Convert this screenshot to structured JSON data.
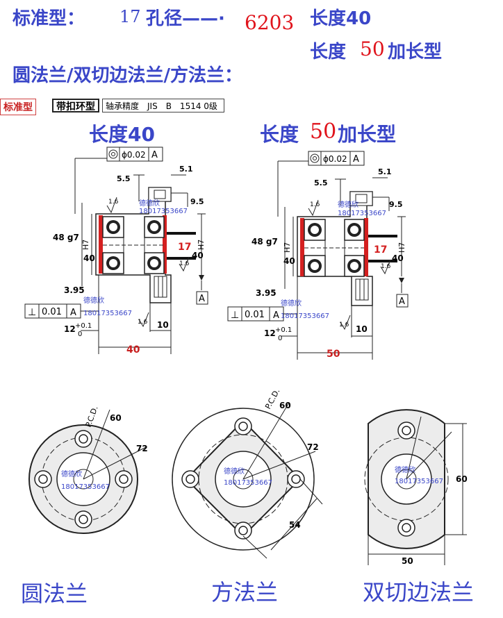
{
  "header": {
    "line1_prefix": "标准型：",
    "line1_num17": "17",
    "line1_bore": "孔径——·",
    "line1_bearing": "6203",
    "line1_len": "长度40",
    "line2_prefix": "长度",
    "line2_num": "50",
    "line2_suffix": "加长型",
    "line3": "圆法兰/双切边法兰/方法兰："
  },
  "tabs": {
    "standard": "标准型",
    "buckle": "带扣环型",
    "spec": "轴承精度　JIS　B　1514 0级"
  },
  "views": {
    "left_title": "长度40",
    "right_title_a": "长度",
    "right_title_num": "50",
    "right_title_b": "加长型"
  },
  "dims": {
    "concentric": "ϕ0.02",
    "datum": "A",
    "perp": "⊥",
    "perp_val": "0.01",
    "d51": "5.1",
    "d55": "5.5",
    "d95": "9.5",
    "d48": "48 g7",
    "h7": "H7",
    "d40v": "40",
    "d17": "17",
    "d395": "3.95",
    "d12": "12",
    "tol_plus": "+0.1",
    "tol_zero": "0",
    "d10": "10",
    "len40": "40",
    "len50": "50",
    "rough": "1.6",
    "pcd": "P.C.D.",
    "d60": "60",
    "d72": "72",
    "d54": "54",
    "d50": "50"
  },
  "watermark": {
    "name": "德德欣",
    "phone": "18017353667"
  },
  "captions": {
    "round": "圆法兰",
    "square": "方法兰",
    "double_cut": "双切边法兰"
  }
}
